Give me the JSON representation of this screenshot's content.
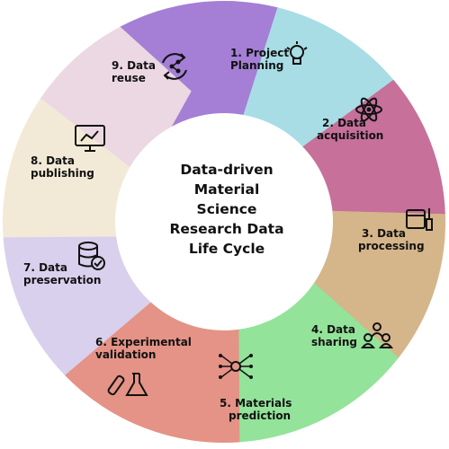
{
  "title_lines": [
    "Data-driven",
    "Material",
    "Science",
    "Research Data",
    "Life Cycle"
  ],
  "stages": [
    {
      "lines": [
        "1. Project",
        "Planning"
      ],
      "color": "#a47fd5",
      "icon": "lightbulb-icon"
    },
    {
      "lines": [
        "2. Data",
        "acquisition"
      ],
      "color": "#a8dde5",
      "icon": "atom-icon"
    },
    {
      "lines": [
        "3. Data",
        "processing"
      ],
      "color": "#c6709a",
      "icon": "processing-tools-icon"
    },
    {
      "lines": [
        "4. Data",
        "sharing"
      ],
      "color": "#d5b58a",
      "icon": "people-sharing-icon"
    },
    {
      "lines": [
        "5. Materials",
        "prediction"
      ],
      "color": "#93e39a",
      "icon": "neural-network-icon"
    },
    {
      "lines": [
        "6. Experimental",
        "validation"
      ],
      "color": "#e49386",
      "icon": "lab-flask-icon"
    },
    {
      "lines": [
        "7. Data",
        "preservation"
      ],
      "color": "#d8d0ec",
      "icon": "database-check-icon"
    },
    {
      "lines": [
        "8. Data",
        "publishing"
      ],
      "color": "#f2ead6",
      "icon": "chart-monitor-icon"
    },
    {
      "lines": [
        "9. Data",
        "reuse"
      ],
      "color": "#ecd8e2",
      "icon": "reuse-share-icon"
    }
  ]
}
